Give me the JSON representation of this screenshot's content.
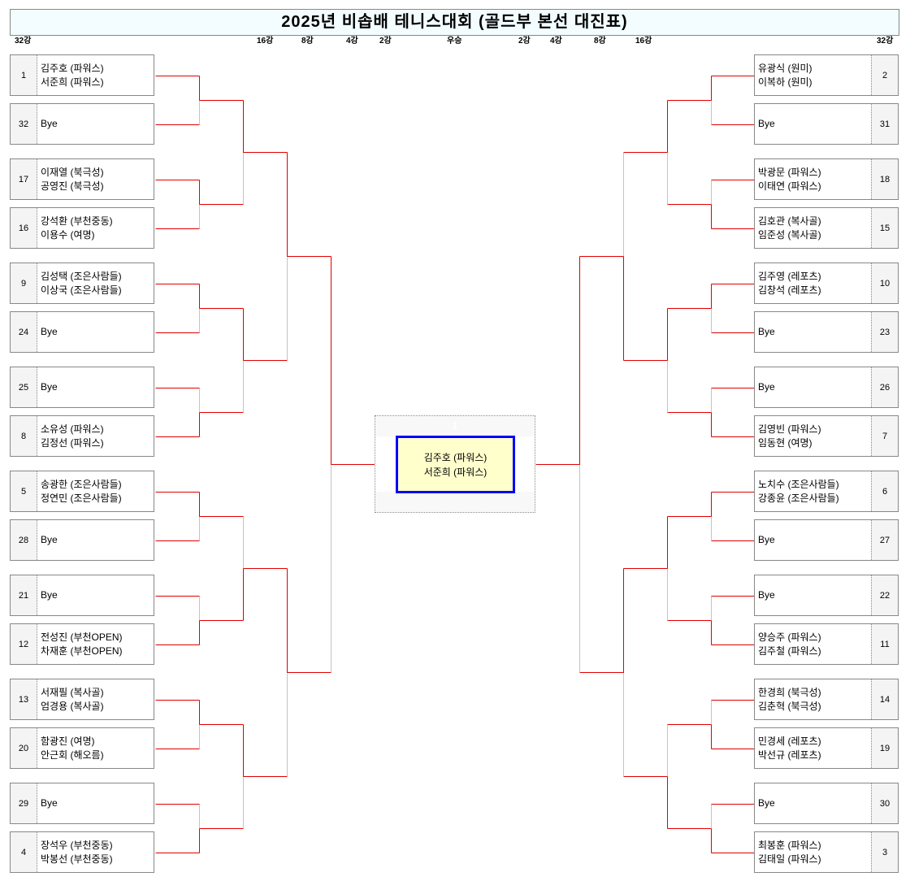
{
  "title": "2025년 비솝배 테니스대회 (골드부 본선 대진표)",
  "rounds": {
    "left": [
      "32강",
      "16강",
      "8강",
      "4강",
      "2강"
    ],
    "center": "우승",
    "right": [
      "2강",
      "4강",
      "8강",
      "16강",
      "32강"
    ]
  },
  "colors": {
    "line": "#e00000",
    "loser_line": "#888888",
    "final_border": "#0000ff",
    "final_fill": "#ffffcc",
    "title_bg": "#f3fdff"
  },
  "champion": {
    "seed": "1",
    "names": [
      "김주호 (파워스)",
      "서준희 (파워스)"
    ]
  },
  "left": {
    "entries": [
      {
        "seed": "1",
        "names": [
          "김주호 (파워스)",
          "서준희 (파워스)"
        ]
      },
      {
        "seed": "32",
        "names": [
          "Bye"
        ]
      },
      {
        "seed": "17",
        "names": [
          "이재열 (북극성)",
          "공영진 (북극성)"
        ]
      },
      {
        "seed": "16",
        "names": [
          "강석환 (부천중동)",
          "이용수 (여명)"
        ]
      },
      {
        "seed": "9",
        "names": [
          "김성택 (조은사람들)",
          "이상국 (조은사람들)"
        ]
      },
      {
        "seed": "24",
        "names": [
          "Bye"
        ]
      },
      {
        "seed": "25",
        "names": [
          "Bye"
        ]
      },
      {
        "seed": "8",
        "names": [
          "소유성 (파워스)",
          "김정선 (파워스)"
        ]
      },
      {
        "seed": "5",
        "names": [
          "송광한 (조은사람들)",
          "정연민 (조은사람들)"
        ]
      },
      {
        "seed": "28",
        "names": [
          "Bye"
        ]
      },
      {
        "seed": "21",
        "names": [
          "Bye"
        ]
      },
      {
        "seed": "12",
        "names": [
          "전성진 (부천OPEN)",
          "차재훈 (부천OPEN)"
        ]
      },
      {
        "seed": "13",
        "names": [
          "서재필 (복사골)",
          "엄경용 (복사골)"
        ]
      },
      {
        "seed": "20",
        "names": [
          "함광진 (여명)",
          "안근회 (해오름)"
        ]
      },
      {
        "seed": "29",
        "names": [
          "Bye"
        ]
      },
      {
        "seed": "4",
        "names": [
          "장석우 (부천중동)",
          "박봉선 (부천중동)"
        ]
      }
    ],
    "winners": [
      [
        "top",
        "top",
        "top",
        "bottom",
        "top",
        "bottom",
        "top",
        "bottom"
      ],
      [
        "top",
        "top",
        "bottom",
        "top"
      ],
      [
        "top",
        "top"
      ],
      [
        "top"
      ]
    ]
  },
  "right": {
    "entries": [
      {
        "seed": "2",
        "names": [
          "유광식 (원미)",
          "이복하 (원미)"
        ]
      },
      {
        "seed": "31",
        "names": [
          "Bye"
        ]
      },
      {
        "seed": "18",
        "names": [
          "박광문 (파워스)",
          "이태연 (파워스)"
        ]
      },
      {
        "seed": "15",
        "names": [
          "김호관 (복사골)",
          "임준성 (복사골)"
        ]
      },
      {
        "seed": "10",
        "names": [
          "김주영 (레포츠)",
          "김창석 (레포츠)"
        ]
      },
      {
        "seed": "23",
        "names": [
          "Bye"
        ]
      },
      {
        "seed": "26",
        "names": [
          "Bye"
        ]
      },
      {
        "seed": "7",
        "names": [
          "김영빈 (파워스)",
          "임동현 (여명)"
        ]
      },
      {
        "seed": "6",
        "names": [
          "노치수 (조은사람들)",
          "강종윤 (조은사람들)"
        ]
      },
      {
        "seed": "27",
        "names": [
          "Bye"
        ]
      },
      {
        "seed": "22",
        "names": [
          "Bye"
        ]
      },
      {
        "seed": "11",
        "names": [
          "양승주 (파워스)",
          "김주철 (파워스)"
        ]
      },
      {
        "seed": "14",
        "names": [
          "한경희 (북극성)",
          "김춘혁 (북극성)"
        ]
      },
      {
        "seed": "19",
        "names": [
          "민경세 (레포츠)",
          "박선규 (레포츠)"
        ]
      },
      {
        "seed": "30",
        "names": [
          "Bye"
        ]
      },
      {
        "seed": "3",
        "names": [
          "최봉훈 (파워스)",
          "김태일 (파워스)"
        ]
      }
    ],
    "winners": [
      [
        "top",
        "bottom",
        "top",
        "bottom",
        "top",
        "bottom",
        "bottom",
        "bottom"
      ],
      [
        "top",
        "top",
        "top",
        "bottom"
      ],
      [
        "bottom",
        "top"
      ],
      [
        "top"
      ]
    ]
  }
}
